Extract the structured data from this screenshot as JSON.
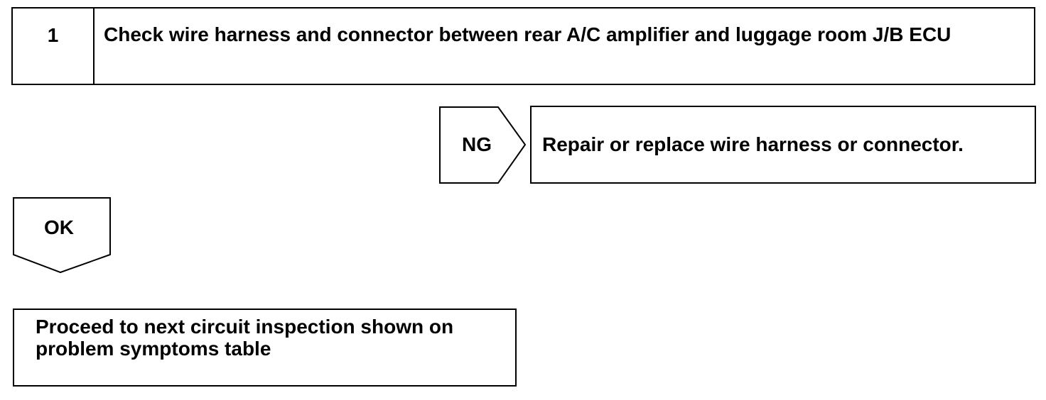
{
  "step": {
    "number": "1",
    "title": "Check wire harness and connector between rear A/C amplifier and luggage room J/B ECU"
  },
  "ng_branch": {
    "label": "NG",
    "action": "Repair or replace wire harness or connector."
  },
  "ok_branch": {
    "label": "OK",
    "action": "Proceed to next circuit inspection shown on problem symptoms table"
  }
}
